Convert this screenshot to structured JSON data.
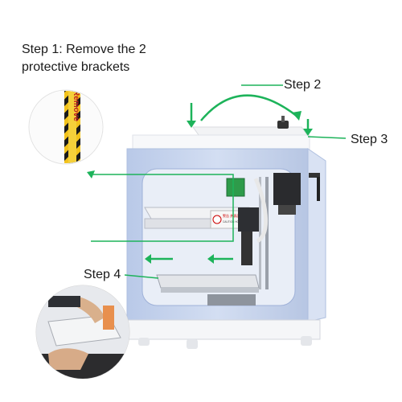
{
  "step1": {
    "line1": "Step 1: Remove the 2",
    "line2": "protective brackets"
  },
  "step2": "Step 2",
  "step3": "Step 3",
  "step4": "Step 4",
  "bracket_text": "Remove",
  "warning_sticker_lines": [
    "警告 热表面",
    "CAUTION HOT SURFACE"
  ],
  "colors": {
    "body_blue": "#c8d6ef",
    "body_white": "#f5f6f8",
    "arrow_green": "#1db35a",
    "bracket_yellow": "#f2c21b",
    "bracket_black": "#1a1a1a"
  }
}
